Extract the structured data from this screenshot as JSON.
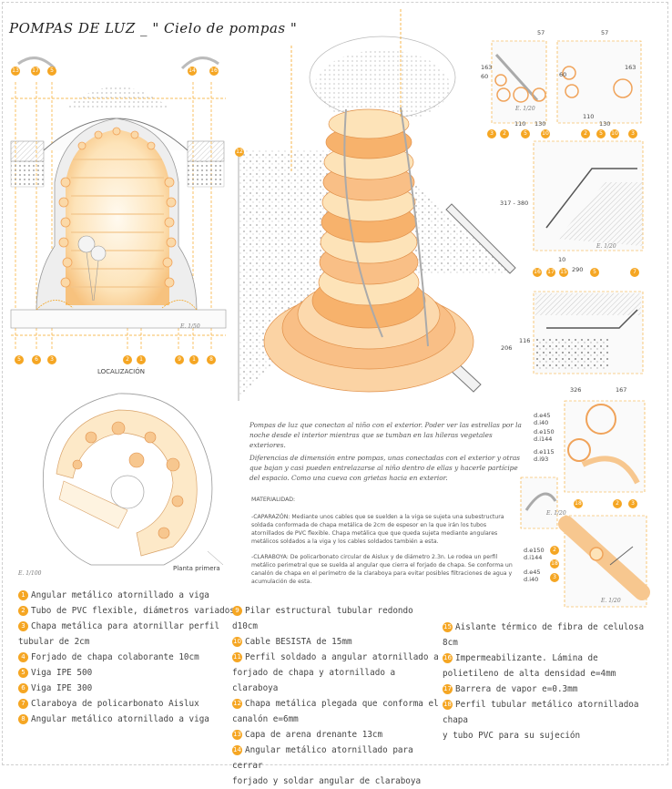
{
  "title": "POMPAS DE LUZ _ \" Cielo de pompas \"",
  "captions": {
    "localizacion": "LOCALIZACIÓN",
    "planta_primera": "Planta primera"
  },
  "scales": {
    "section": "E. 1/50",
    "plan": "E. 1/100",
    "detail_a": "E. 1/20",
    "detail_b": "E. 1/20",
    "detail_c": "E. 1/20",
    "detail_d": "E. 1/20"
  },
  "description": [
    "Pompas de luz que conectan al niño con el exterior. Poder ver las estrellas por la noche desde el interior mientras que se tumban en las hileras vegetales exteriores.",
    "Diferencias de dimensión entre pompas, unas conectadas con el exterior y otras que bajan y casi pueden entrelazarse al niño dentro de ellas y hacerle partícipe del espacio. Como una cueva con grietas hacia en exterior."
  ],
  "materials": {
    "heading": "MATERIALIDAD:",
    "caparazon": "-CAPARAZÓN: Mediante unos cables que se suelden a la viga se sujeta una subestructura soldada conformada de chapa metálica de 2cm de espesor en la que irán los tubos atornillados de PVC flexible. Chapa metálica que que queda sujeta mediante angulares metálicos soldados a la viga y los cables soldados también a esta.",
    "claraboya": "-CLARABOYA: De policarbonato circular de Aislux y de diámetro 2.3n. Le rodea un perfil metálico perimetral que se suelda al angular que cierra el forjado de chapa. Se conforma un canalón de chapa en el perímetro de la claraboya para evitar posibles filtraciones de agua y acumulación de esta."
  },
  "legend": {
    "col1": [
      {
        "n": "1",
        "text": "Angular metálico atornillado a viga"
      },
      {
        "n": "2",
        "text": "Tubo de PVC flexible, diámetros variados"
      },
      {
        "n": "3",
        "text": "Chapa metálica para atornillar perfil"
      },
      {
        "n": "",
        "text": "tubular de 2cm"
      },
      {
        "n": "4",
        "text": "Forjado de chapa colaborante 10cm"
      },
      {
        "n": "5",
        "text": "Viga IPE 500"
      },
      {
        "n": "6",
        "text": "Viga IPE 300"
      },
      {
        "n": "7",
        "text": "Claraboya de policarbonato Aislux"
      },
      {
        "n": "8",
        "text": "Angular metálico atornillado a viga"
      }
    ],
    "col2": [
      {
        "n": "9",
        "text": "Pilar estructural tubular redondo d10cm"
      },
      {
        "n": "10",
        "text": "Cable BESISTA de 15mm"
      },
      {
        "n": "11",
        "text": "Perfil soldado a angular atornillado a"
      },
      {
        "n": "",
        "text": "forjado de chapa y atornillado a claraboya"
      },
      {
        "n": "12",
        "text": "Chapa metálica plegada que conforma el"
      },
      {
        "n": "",
        "text": "canalón e=6mm"
      },
      {
        "n": "13",
        "text": "Capa de arena drenante 13cm"
      },
      {
        "n": "14",
        "text": "Angular metálico atornillado para cerrar"
      },
      {
        "n": "",
        "text": "forjado y soldar angular de claraboya"
      }
    ],
    "col3": [
      {
        "n": "15",
        "text": "Aislante térmico de fibra de celulosa 8cm"
      },
      {
        "n": "16",
        "text": "Impermeabilizante. Lámina de"
      },
      {
        "n": "",
        "text": "polietileno de alta densidad e=4mm"
      },
      {
        "n": "17",
        "text": "Barrera de vapor e=0.3mm"
      },
      {
        "n": "18",
        "text": "Perfil tubular metálico atornilladoa chapa"
      },
      {
        "n": "",
        "text": "y tubo PVC para su sujeción"
      }
    ]
  },
  "section_callouts_top": [
    "13",
    "17",
    "5",
    "14",
    "16"
  ],
  "section_callouts_bottom": [
    "5",
    "6",
    "3",
    "2",
    "1",
    "9",
    "1",
    "8"
  ],
  "axo_callout": "12",
  "details": {
    "d1": {
      "dims": [
        "57",
        "163",
        "60",
        "110",
        "130"
      ],
      "callouts": [
        "3",
        "2",
        "5",
        "10"
      ]
    },
    "d2": {
      "dims": [
        "57",
        "60",
        "163",
        "110",
        "130"
      ],
      "callouts": [
        "2",
        "5",
        "10",
        "3"
      ]
    },
    "d3": {
      "dims": [
        "317 - 380",
        "10",
        "290"
      ],
      "callouts": [
        "16",
        "17",
        "15",
        "5",
        "7"
      ]
    },
    "d4": {
      "dims": [
        "206",
        "116",
        "326",
        "167"
      ]
    },
    "d5": {
      "dims": [
        "d.e45",
        "d.i40",
        "d.e150",
        "d.i144",
        "d.e115",
        "d.i93"
      ],
      "callouts": [
        "18",
        "2",
        "3"
      ]
    },
    "d6": {
      "dims": [
        "d.e150",
        "d.i144",
        "d.e45",
        "d.i40"
      ],
      "callouts": [
        "2",
        "18",
        "3"
      ]
    }
  },
  "colors": {
    "accent": "#f5a623",
    "bubble_light": "#fde3b8",
    "bubble_mid": "#f9b777",
    "steel": "#9a9a9a",
    "line": "#555555"
  }
}
